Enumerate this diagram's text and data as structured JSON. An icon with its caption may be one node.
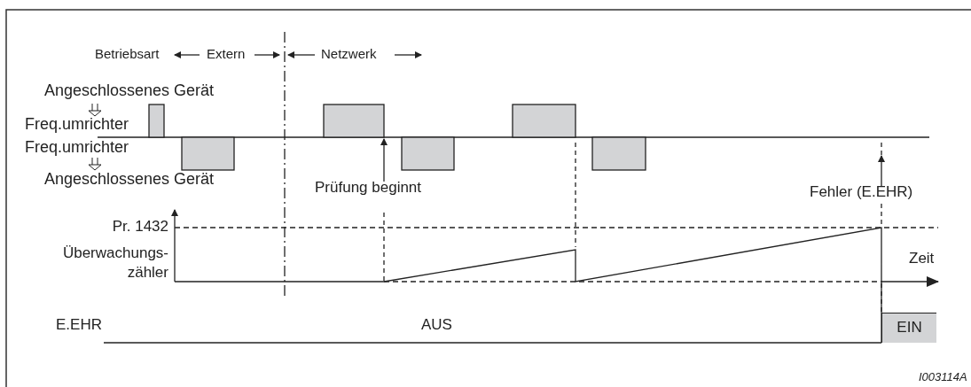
{
  "diagram": {
    "nodes": [
      {
        "text": [
          "Prüfung beginnt"
        ]
      },
      {
        "text": [
          "Fehler (E.EHR)"
        ]
      },
      {
        "text": [
          "EIN"
        ]
      }
    ],
    "edges": [
      {
        "from": 0,
        "to": null,
        "arrow": "to"
      },
      {
        "from": 1,
        "to": null,
        "arrow": "to"
      }
    ],
    "labels": [
      "Betriebsart",
      "Extern",
      "Netzwerk",
      "Angeschlossenes Gerät",
      "Freq.umrichter",
      "Freq.umrichter",
      "Angeschlossenes Gerät",
      "Pr. 1432",
      "Überwachungs- zähler",
      "Zeit",
      "E.EHR",
      "AUS",
      "I003114A"
    ]
  }
}
